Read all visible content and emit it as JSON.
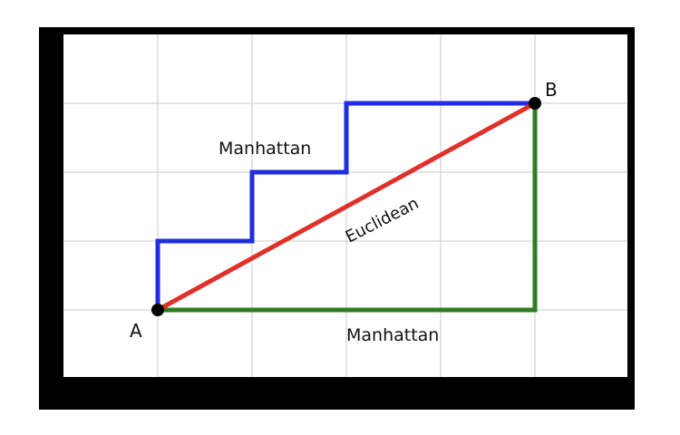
{
  "labels": {
    "point_a": "A",
    "point_b": "B",
    "manhattan_upper": "Manhattan",
    "manhattan_lower": "Manhattan",
    "euclidean": "Euclidean"
  },
  "colors": {
    "background": "#ffffff",
    "outer_frame": "#000000",
    "grid": "#c8c8c8",
    "euclidean": "#e0302a",
    "manhattan_stair": "#1f2ee0",
    "manhattan_corner": "#2e7d1e",
    "points": "#000000"
  },
  "grid": {
    "columns": 6,
    "rows": 5
  },
  "points": {
    "a": {
      "col": 1,
      "row": 4
    },
    "b": {
      "col": 5,
      "row": 1
    }
  },
  "paths": {
    "manhattan_stair": [
      [
        1,
        4
      ],
      [
        1,
        3
      ],
      [
        2,
        3
      ],
      [
        2,
        2
      ],
      [
        3,
        2
      ],
      [
        3,
        1
      ],
      [
        5,
        1
      ]
    ],
    "manhattan_corner": [
      [
        1,
        4
      ],
      [
        5,
        4
      ],
      [
        5,
        1
      ]
    ],
    "euclidean": [
      [
        1,
        4
      ],
      [
        5,
        1
      ]
    ]
  }
}
